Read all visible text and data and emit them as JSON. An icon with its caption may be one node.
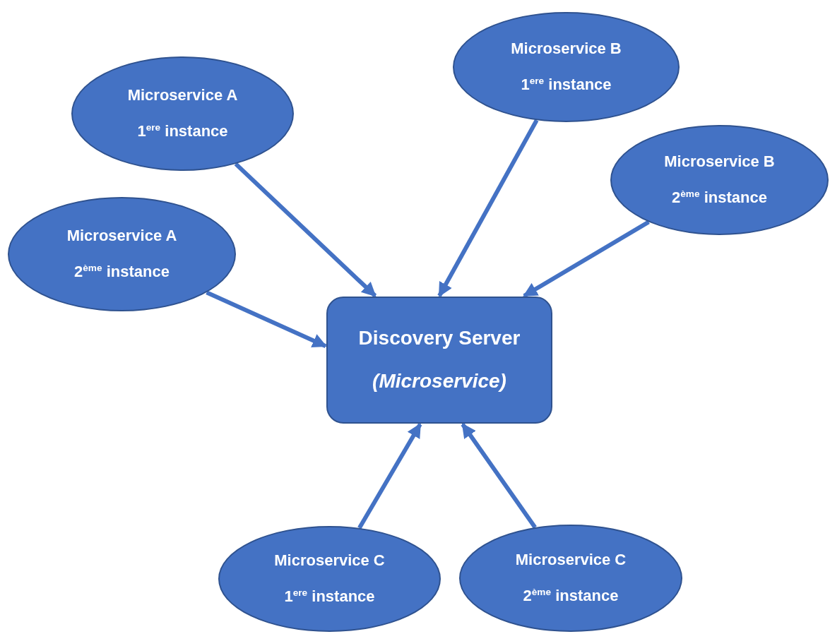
{
  "diagram": {
    "nodes": [
      {
        "text": [
          "Microservice B",
          "1$^{ere}$ instance"
        ]
      },
      {
        "text": [
          "Microservice A",
          "1$^{ere}$ instance"
        ]
      },
      {
        "text": [
          "Microservice B",
          "2$^{ème}$ instance"
        ]
      },
      {
        "text": [
          "Microservice A",
          "2$^{ème}$ instance"
        ]
      },
      {
        "text": [
          "Discovery Server",
          "(Microservice)"
        ]
      },
      {
        "text": [
          "Microservice C",
          "1$^{ere}$ instance"
        ]
      },
      {
        "text": [
          "Microservice C",
          "2$^{ème}$ instance"
        ]
      }
    ],
    "edges": [
      {
        "from": 1,
        "to": 4,
        "arrow": "to"
      },
      {
        "from": 0,
        "to": 4,
        "arrow": "to"
      },
      {
        "from": 2,
        "to": 4,
        "arrow": "to"
      },
      {
        "from": 3,
        "to": 4,
        "arrow": "to"
      },
      {
        "from": 5,
        "to": 4,
        "arrow": "to"
      },
      {
        "from": 6,
        "to": 4,
        "arrow": "to"
      }
    ]
  }
}
